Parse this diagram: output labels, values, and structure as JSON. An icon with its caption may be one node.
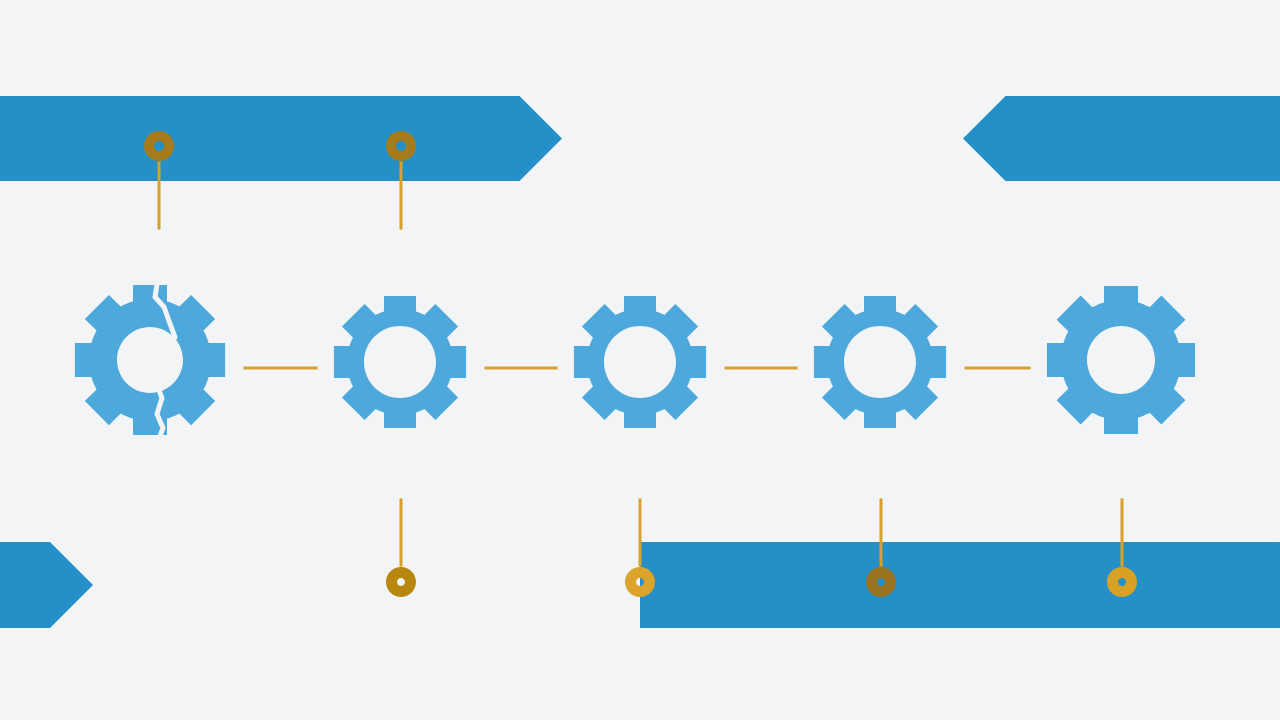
{
  "diagram": {
    "nodes": [
      {
        "text": [],
        "shape": "banner"
      },
      {
        "text": [],
        "shape": "circle",
        "in": 0
      },
      {
        "text": [],
        "shape": "circle",
        "in": 0
      },
      {
        "text": [],
        "shape": "banner"
      },
      {
        "text": [],
        "shape": "gear"
      },
      {
        "text": [],
        "shape": "gear"
      },
      {
        "text": [],
        "shape": "gear"
      },
      {
        "text": [],
        "shape": "gear"
      },
      {
        "text": [],
        "shape": "gear"
      },
      {
        "text": [],
        "shape": "banner"
      },
      {
        "text": [],
        "shape": "circle"
      },
      {
        "text": [],
        "shape": "banner"
      },
      {
        "text": [],
        "shape": "circle"
      },
      {
        "text": [],
        "shape": "circle",
        "in": 11
      },
      {
        "text": [],
        "shape": "circle",
        "in": 11
      }
    ],
    "edges": [
      {
        "from": 4,
        "to": 5,
        "arrow": "none"
      },
      {
        "from": 5,
        "to": 6,
        "arrow": "none"
      },
      {
        "from": 6,
        "to": 7,
        "arrow": "none"
      },
      {
        "from": 7,
        "to": 8,
        "arrow": "none"
      },
      {
        "from": 1,
        "to": 4,
        "arrow": "none"
      },
      {
        "from": 2,
        "to": 5,
        "arrow": "none"
      },
      {
        "from": 10,
        "to": 5,
        "arrow": "none"
      },
      {
        "from": 12,
        "to": 6,
        "arrow": "none"
      },
      {
        "from": 13,
        "to": 7,
        "arrow": "none"
      },
      {
        "from": 14,
        "to": 8,
        "arrow": "none"
      }
    ]
  }
}
